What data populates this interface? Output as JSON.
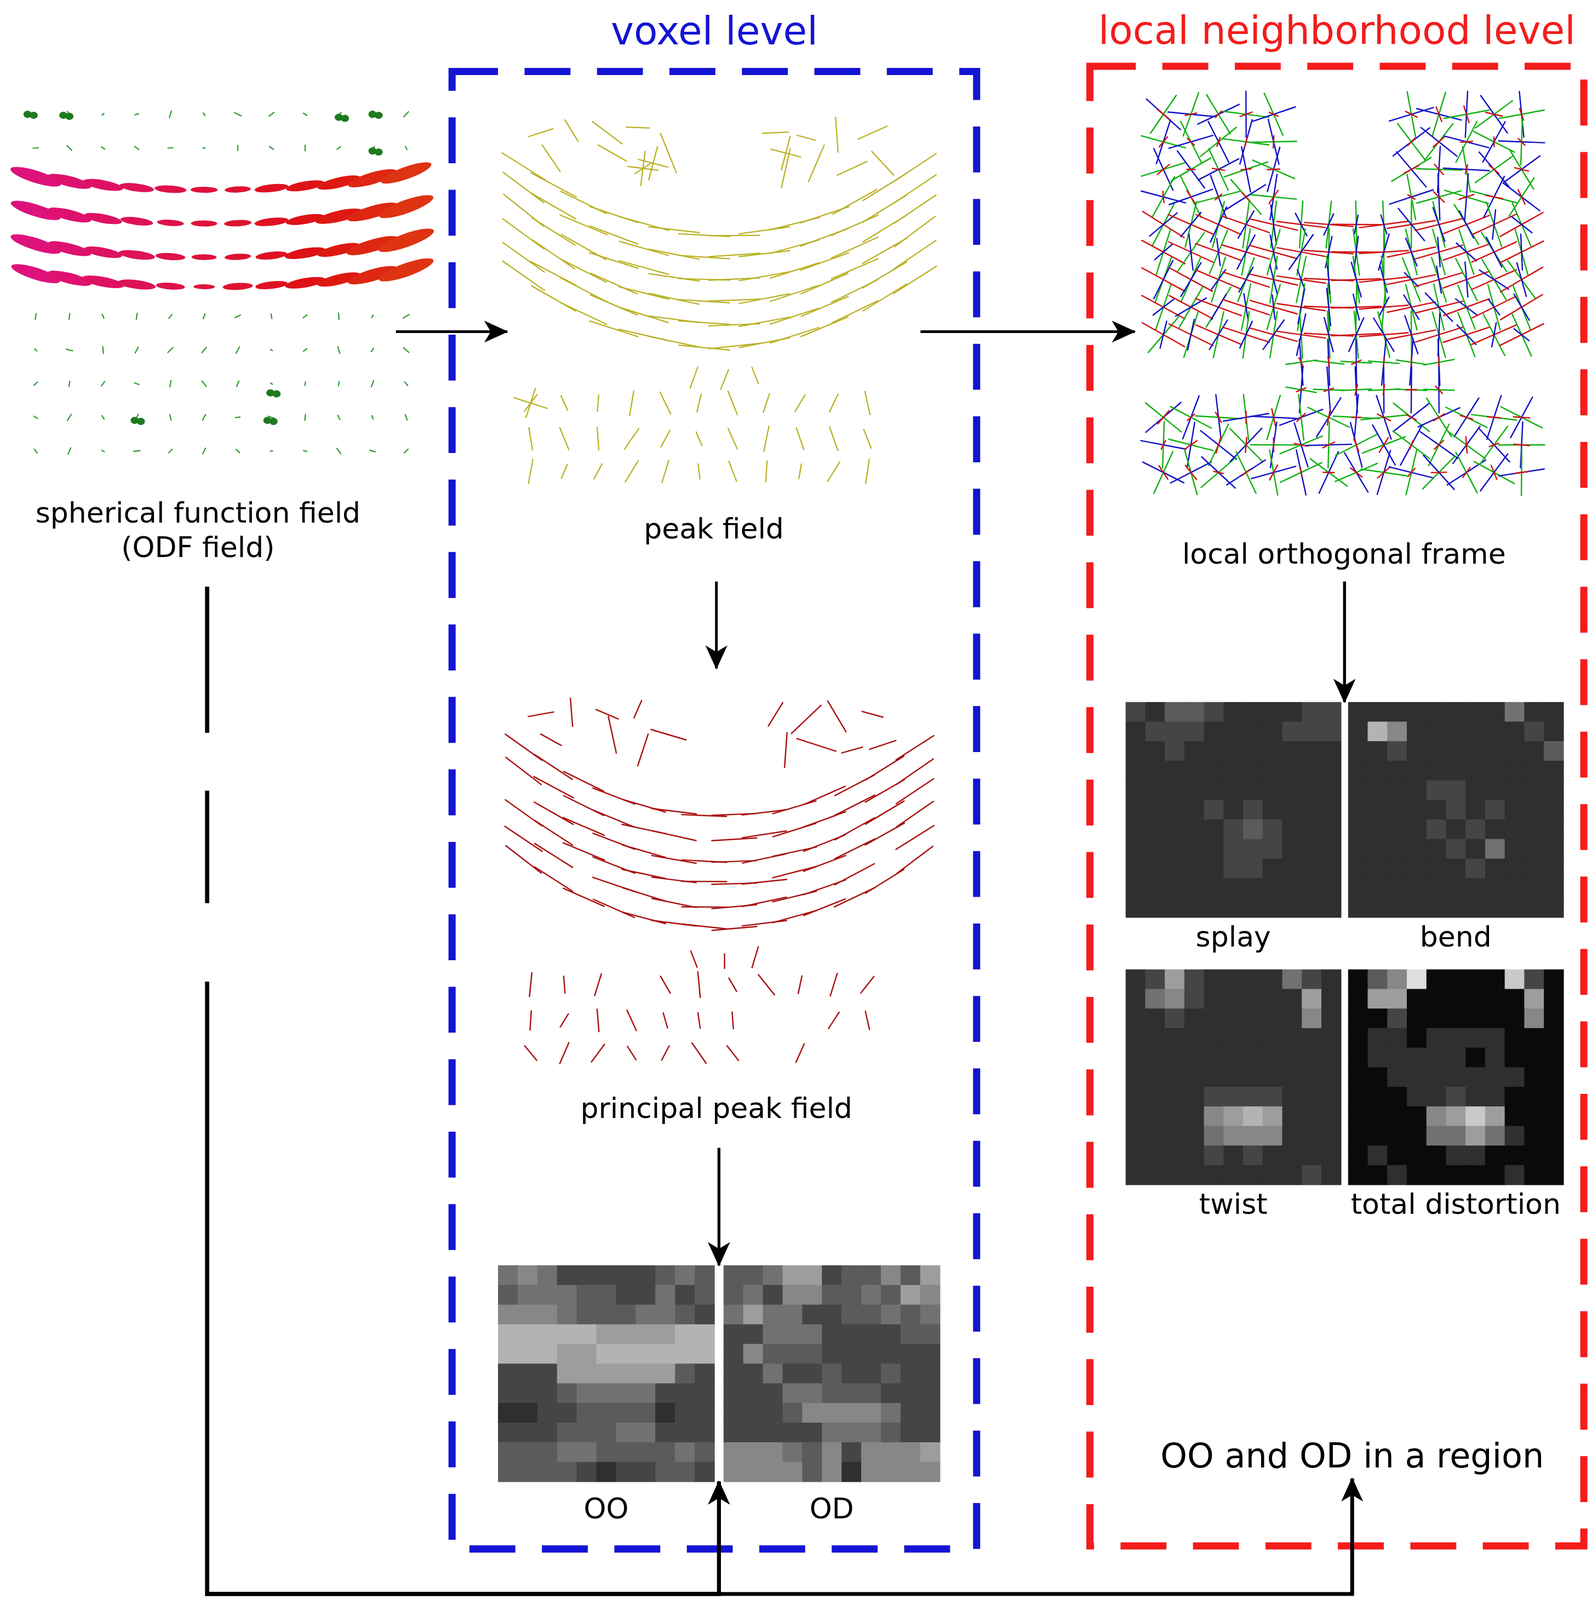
{
  "diagram": {
    "nodes": [
      {
        "text": [
          "spherical function field (ODF field)"
        ]
      },
      {
        "text": [
          "voxel level"
        ]
      },
      {
        "text": [
          "peak field"
        ],
        "in": 1
      },
      {
        "text": [
          "principal peak field"
        ],
        "in": 1
      },
      {
        "text": [
          "OO"
        ],
        "in": 1
      },
      {
        "text": [
          "OD"
        ],
        "in": 1
      },
      {
        "text": [
          "local neighborhood level"
        ]
      },
      {
        "text": [
          "local orthogonal frame"
        ],
        "in": 6
      },
      {
        "text": [
          "splay"
        ],
        "in": 6
      },
      {
        "text": [
          "bend"
        ],
        "in": 6
      },
      {
        "text": [
          "twist"
        ],
        "in": 6
      },
      {
        "text": [
          "total distortion"
        ],
        "in": 6
      },
      {
        "text": [
          "OO and OD in a region"
        ],
        "in": 6
      }
    ],
    "edges": [
      {
        "from": 0,
        "to": 2,
        "arrow": "to"
      },
      {
        "from": 2,
        "to": 7,
        "arrow": "to"
      },
      {
        "from": 2,
        "to": 3,
        "arrow": "to"
      },
      {
        "from": 3,
        "to": 4,
        "arrow": "to"
      },
      {
        "from": 3,
        "to": 5,
        "arrow": "to"
      },
      {
        "from": 7,
        "to": 8,
        "arrow": "to"
      },
      {
        "from": 7,
        "to": 9,
        "arrow": "to"
      },
      {
        "from": 0,
        "to": 4,
        "arrow": "to"
      },
      {
        "from": 0,
        "to": 5,
        "arrow": "to"
      },
      {
        "from": 0,
        "to": 12,
        "arrow": "to"
      }
    ]
  }
}
